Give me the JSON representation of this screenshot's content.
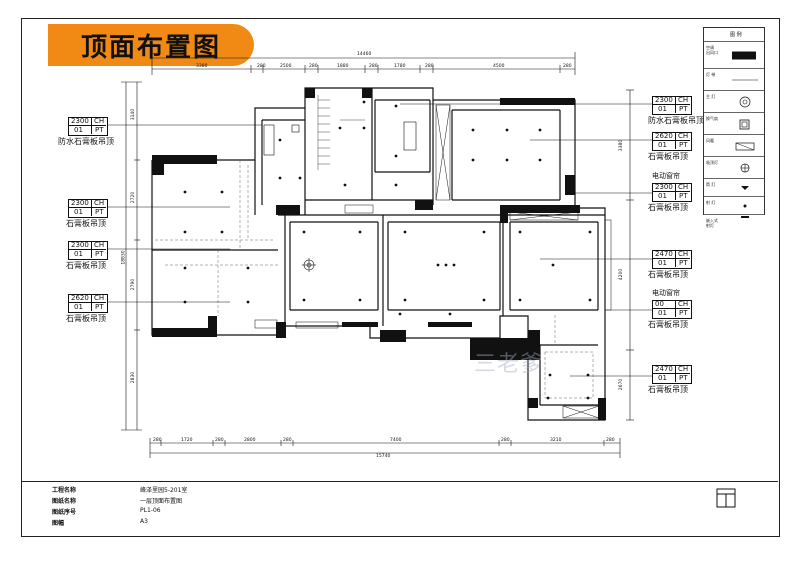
{
  "title": "顶面布置图",
  "watermark": "三老爹",
  "title_block": {
    "rows": [
      {
        "key": "工程名称",
        "value": "峰泽里园5-201室"
      },
      {
        "key": "图纸名称",
        "value": "一层顶面布置图"
      },
      {
        "key": "图纸序号",
        "value": "PL1-06"
      },
      {
        "key": "图幅",
        "value": "A3"
      }
    ]
  },
  "legend": {
    "heading": "图 例",
    "items": [
      {
        "label": "空调\n出风口"
      },
      {
        "label": "灯 带"
      },
      {
        "label": "主 灯"
      },
      {
        "label": "换气扇"
      },
      {
        "label": "风暖"
      },
      {
        "label": "吸顶灯"
      },
      {
        "label": "筒 灯"
      },
      {
        "label": "射 灯"
      },
      {
        "label": "嵌入式\n射灯"
      }
    ]
  },
  "dimensions": {
    "top_total": "14460",
    "top": [
      "280",
      "3380",
      "280",
      "2500",
      "280",
      "1880",
      "280",
      "1780",
      "280",
      "4500",
      "280"
    ],
    "bottom_total": "15740",
    "bottom": [
      "280",
      "1720",
      "280",
      "2800",
      "280",
      "7400",
      "280",
      "3210",
      "280"
    ],
    "left": [
      "3140",
      "2720",
      "2790",
      "2830"
    ],
    "left_total": "18830",
    "right": [
      "3380",
      "4200",
      "2670"
    ]
  },
  "ceiling_tags": [
    {
      "height": "2300",
      "code1": "CH",
      "num": "01",
      "code2": "PT",
      "label": "防水石膏板吊顶",
      "side": "left"
    },
    {
      "height": "2300",
      "code1": "CH",
      "num": "01",
      "code2": "PT",
      "label": "石膏板吊顶",
      "side": "left"
    },
    {
      "height": "2300",
      "code1": "CH",
      "num": "01",
      "code2": "PT",
      "label": "石膏板吊顶",
      "side": "left"
    },
    {
      "height": "2620",
      "code1": "CH",
      "num": "01",
      "code2": "PT",
      "label": "石膏板吊顶",
      "side": "left"
    },
    {
      "height": "2300",
      "code1": "CH",
      "num": "01",
      "code2": "PT",
      "label": "防水石膏板吊顶",
      "side": "right"
    },
    {
      "height": "2620",
      "code1": "CH",
      "num": "01",
      "code2": "PT",
      "label": "石膏板吊顶",
      "side": "right"
    },
    {
      "height": "2300",
      "code1": "CH",
      "num": "01",
      "code2": "PT",
      "label": "石膏板吊顶",
      "side": "right",
      "pre": "电动窗帘"
    },
    {
      "height": "2470",
      "code1": "CH",
      "num": "01",
      "code2": "PT",
      "label": "石膏板吊顶",
      "side": "right"
    },
    {
      "height": "00",
      "code1": "CH",
      "num": "01",
      "code2": "PT",
      "label": "石膏板吊顶",
      "side": "right",
      "pre": "电动窗帘"
    },
    {
      "height": "2470",
      "code1": "CH",
      "num": "01",
      "code2": "PT",
      "label": "石膏板吊顶",
      "side": "right"
    }
  ]
}
